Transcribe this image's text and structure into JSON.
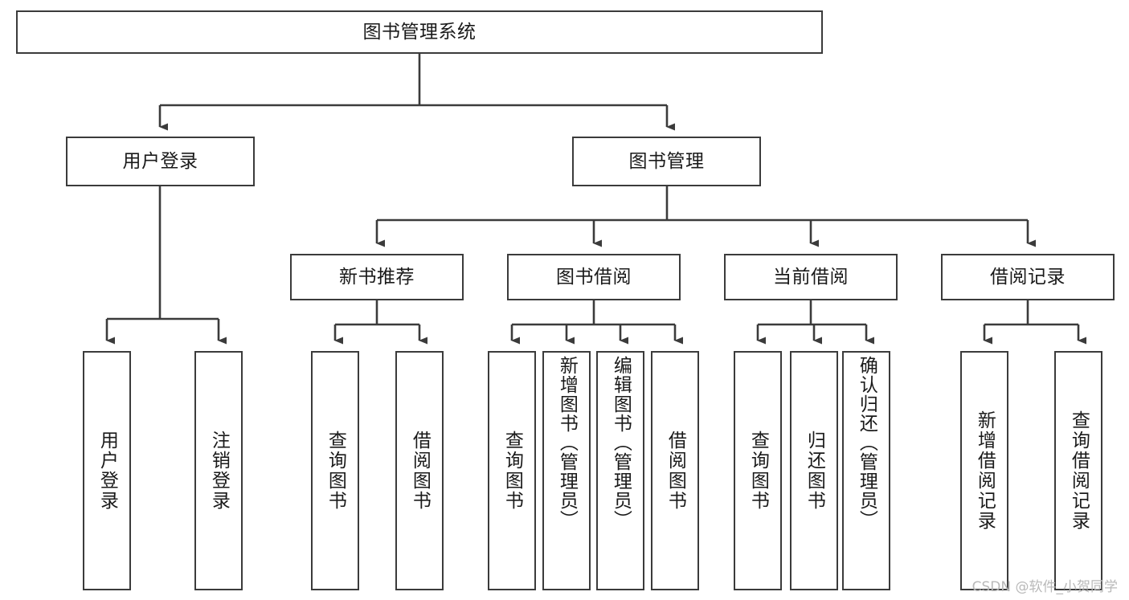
{
  "diagram": {
    "title": "图书管理系统",
    "root": {
      "label": "图书管理系统"
    },
    "level1": [
      {
        "label": "用户登录"
      },
      {
        "label": "图书管理"
      }
    ],
    "level2": [
      {
        "label": "新书推荐"
      },
      {
        "label": "图书借阅"
      },
      {
        "label": "当前借阅"
      },
      {
        "label": "借阅记录"
      }
    ],
    "leaves": {
      "user_login": [
        {
          "label": "用户登录"
        },
        {
          "label": "注销登录"
        }
      ],
      "new_book": [
        {
          "label": "查询图书"
        },
        {
          "label": "借阅图书"
        }
      ],
      "book_borrow": [
        {
          "label": "查询图书"
        },
        {
          "label": "新增图书（管理员）"
        },
        {
          "label": "编辑图书（管理员）"
        },
        {
          "label": "借阅图书"
        }
      ],
      "current_borrow": [
        {
          "label": "查询图书"
        },
        {
          "label": "归还图书"
        },
        {
          "label": "确认归还（管理员）"
        }
      ],
      "borrow_record": [
        {
          "label": "新增借阅记录"
        },
        {
          "label": "查询借阅记录"
        }
      ]
    }
  },
  "watermark": {
    "text": "CSDN @软件_小贺同学"
  },
  "colors": {
    "stroke": "#3b3b3b",
    "background": "#ffffff",
    "text": "#1a1a1a",
    "watermark": "#b9b9b9"
  }
}
